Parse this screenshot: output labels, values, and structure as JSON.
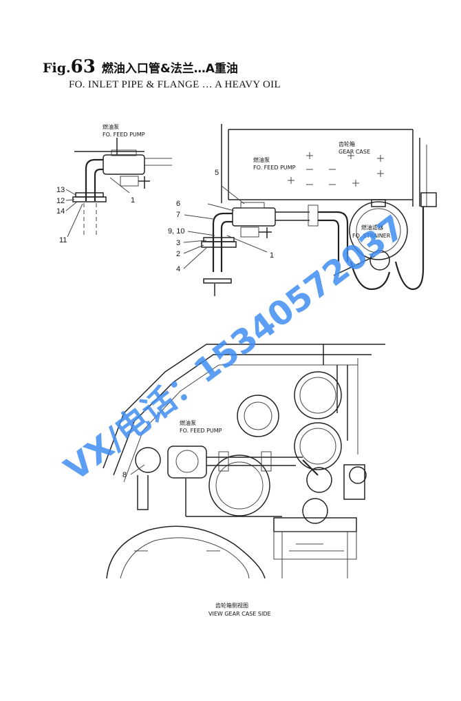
{
  "header": {
    "fig_label": "Fig.",
    "fig_number": "63",
    "title_cn": "燃油入口管&法兰…A重油",
    "title_en": "FO. INLET PIPE & FLANGE … A HEAVY OIL"
  },
  "labels": {
    "feed_pump_cn": "燃油泵",
    "feed_pump_en": "FO. FEED PUMP",
    "gear_case_cn": "齿轮箱",
    "gear_case_en": "GEAR CASE",
    "strainer_cn": "燃油滤器",
    "strainer_en": "FO. STRAINER",
    "view_cn": "齿轮箱侧视图",
    "view_en": "VIEW GEAR CASE SIDE"
  },
  "callouts": {
    "left": [
      "13",
      "12",
      "14",
      "11",
      "1"
    ],
    "middle": [
      "5",
      "6",
      "7",
      "9, 10",
      "3",
      "2",
      "4",
      "1"
    ],
    "bottom": [
      "8"
    ]
  },
  "watermark": "VX/电话：15340572037"
}
